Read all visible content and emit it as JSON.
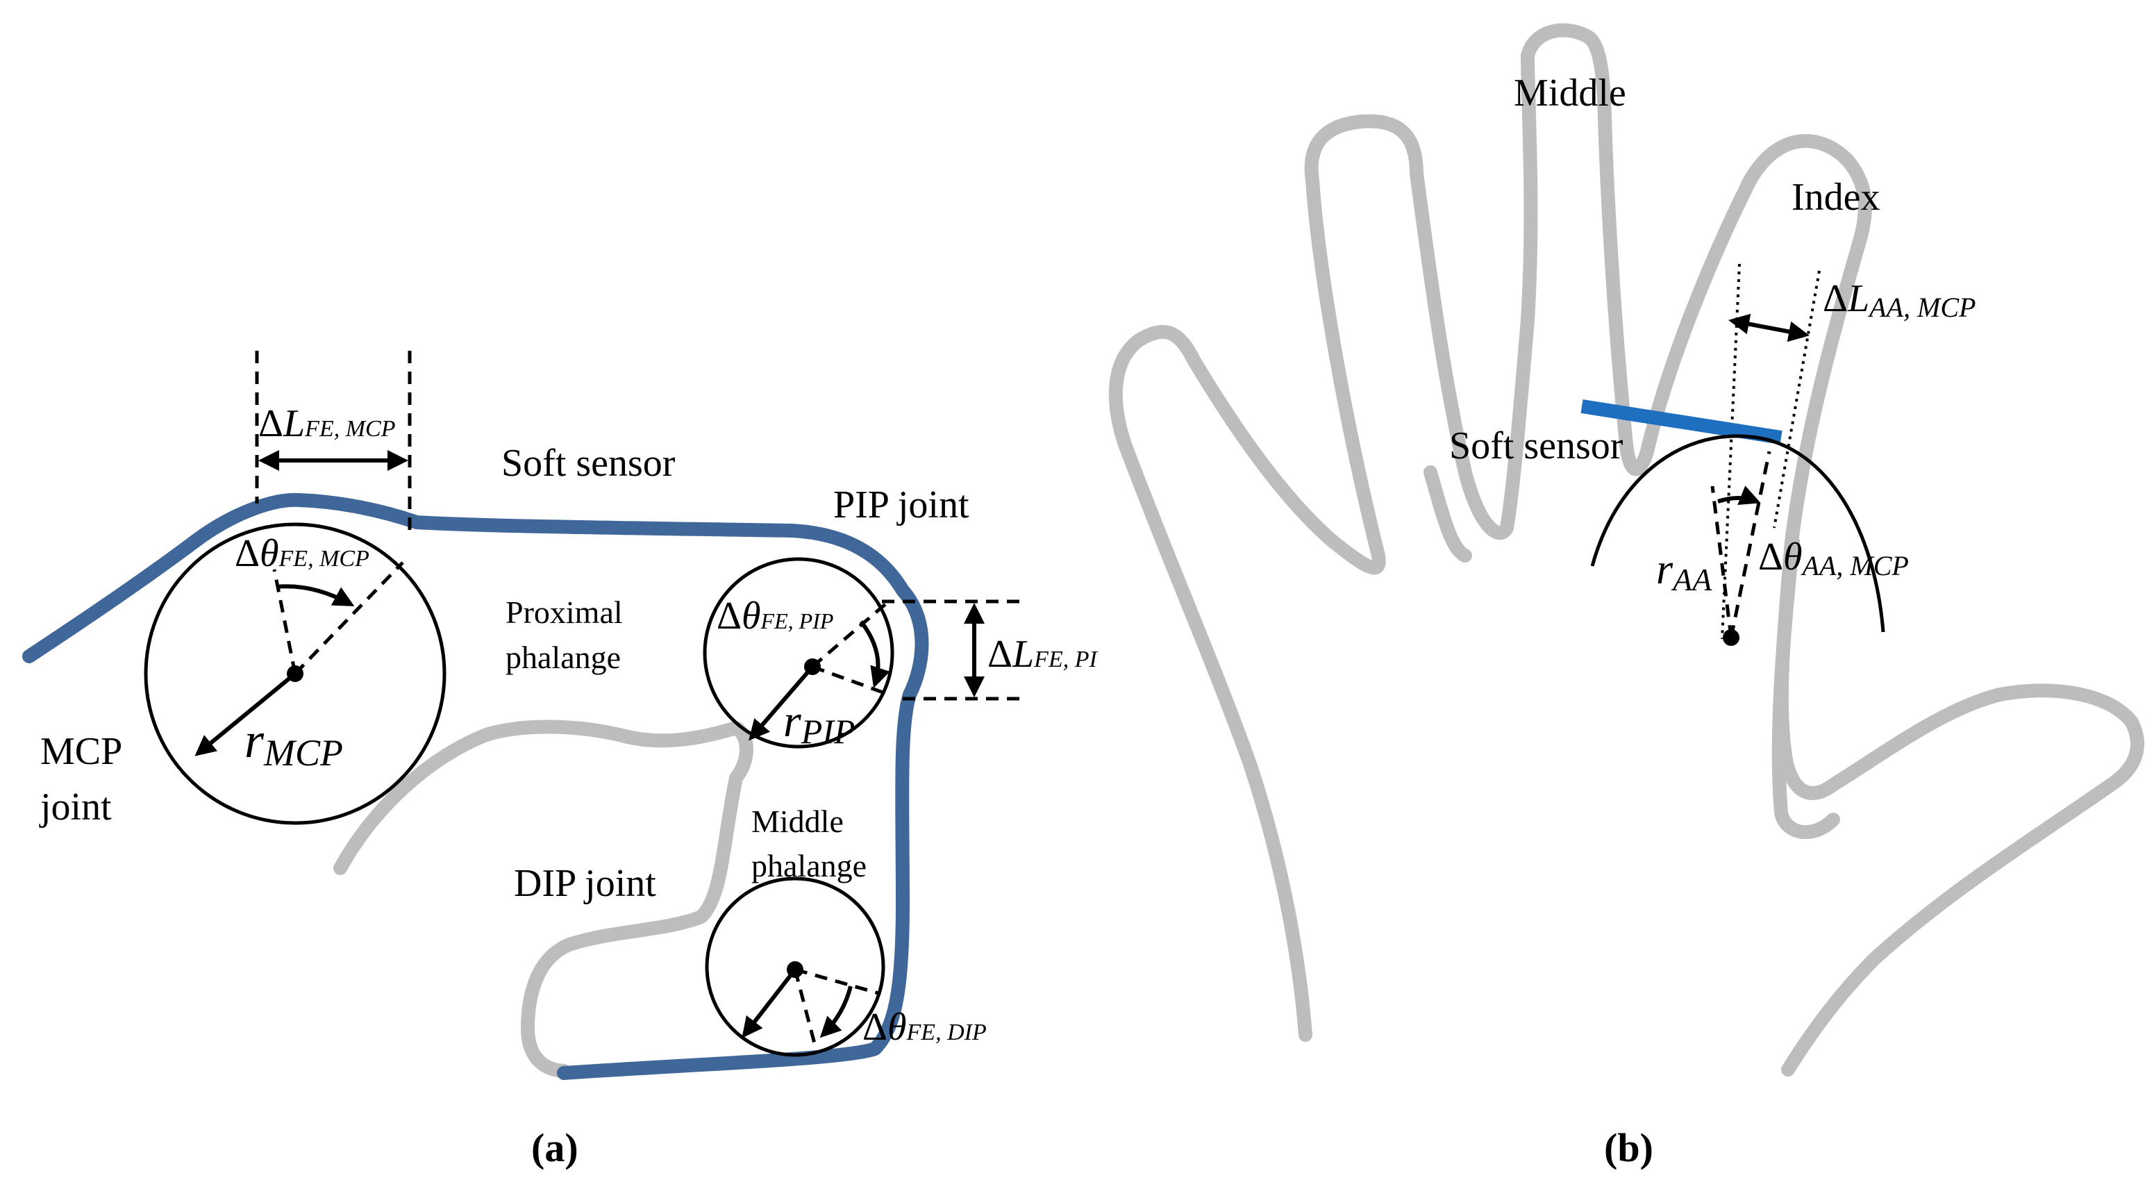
{
  "panel_a": {
    "caption": "(a)",
    "soft_sensor": "Soft sensor",
    "pip_joint": "PIP joint",
    "mcp_joint_line1": "MCP",
    "mcp_joint_line2": "joint",
    "dip_joint": "DIP joint",
    "proximal_line1": "Proximal",
    "proximal_line2": "phalange",
    "middle_line1": "Middle",
    "middle_line2": "phalange",
    "delta": "Δ",
    "theta": "θ",
    "L": "L",
    "r": "r",
    "dL_fe_mcp_sub": "FE, MCP",
    "dtheta_fe_mcp_sub": "FE, MCP",
    "r_mcp_sub": "MCP",
    "dtheta_fe_pip_sub": "FE, PIP",
    "dL_fe_pi_sub": "FE, PI",
    "r_pip_sub": "PIP",
    "dtheta_fe_dip_sub": "FE, DIP"
  },
  "panel_b": {
    "caption": "(b)",
    "middle": "Middle",
    "index": "Index",
    "soft_sensor": "Soft sensor",
    "dL_aa_mcp_sub": "AA, MCP",
    "r_aa_sub": "AA",
    "dtheta_aa_mcp_sub": "AA, MCP"
  },
  "colors": {
    "finger_outline": "#bdbdbd",
    "sensor_a": "#40679a",
    "sensor_b": "#1f6fc1"
  }
}
